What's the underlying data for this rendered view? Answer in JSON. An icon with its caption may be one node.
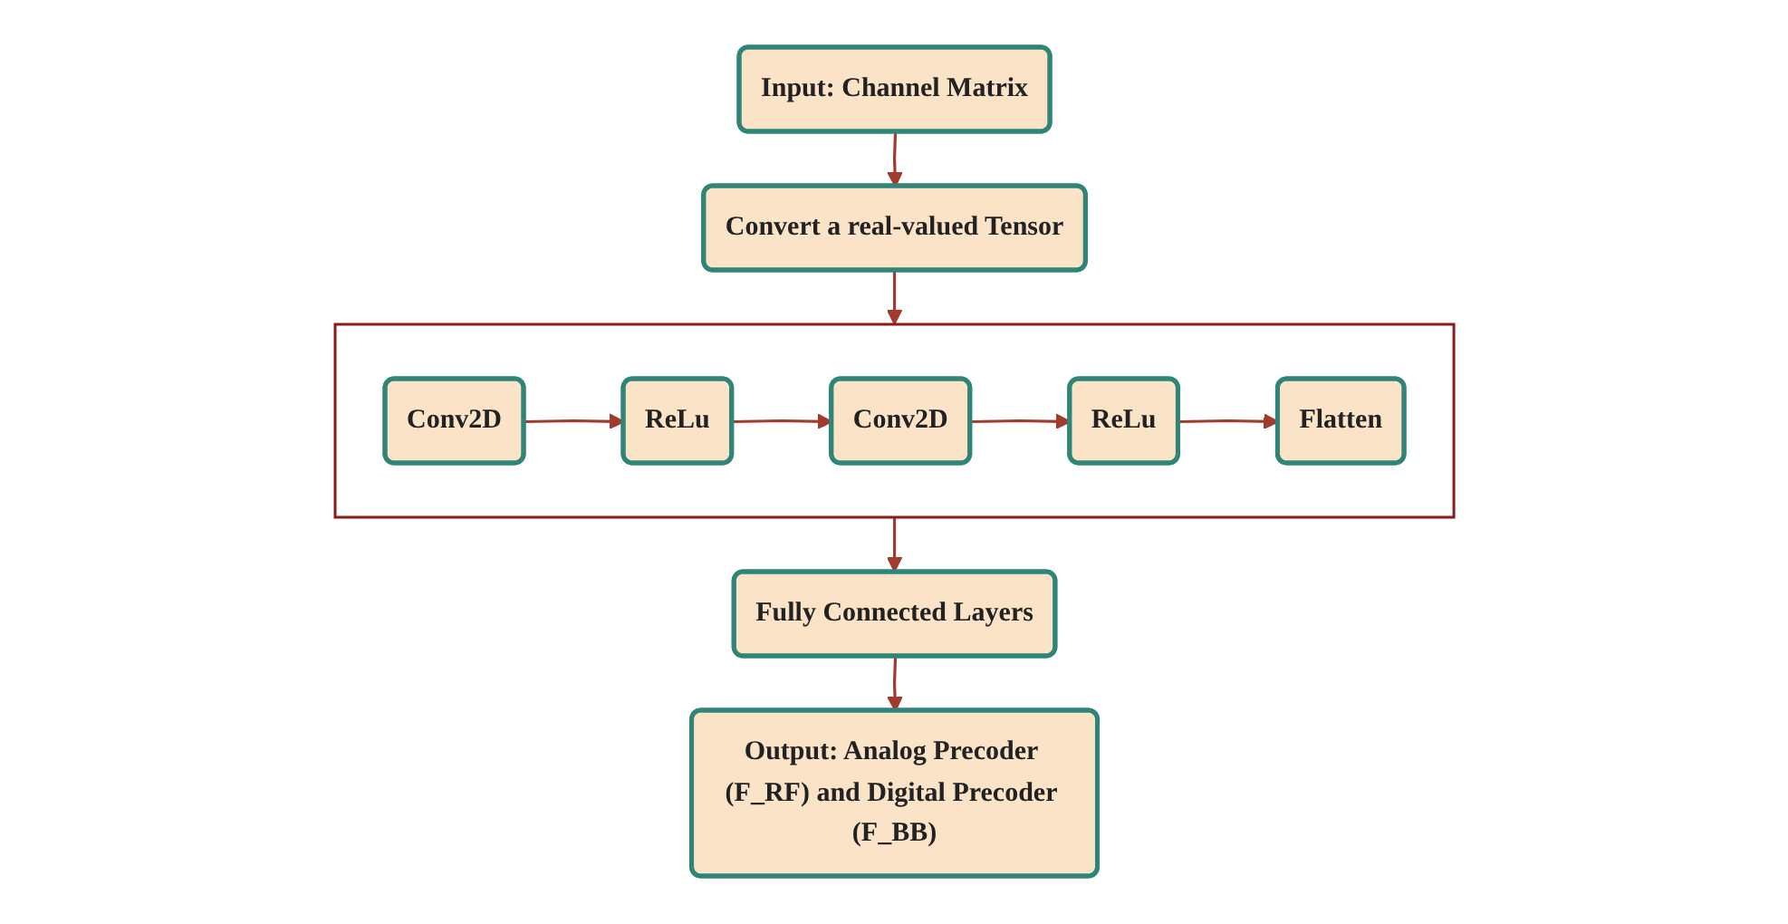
{
  "diagram": {
    "nodes": [
      {
        "text": [
          "Input: Channel Matrix"
        ]
      },
      {
        "text": [
          "Convert a real-valued Tensor"
        ]
      },
      {
        "text": [],
        "shape": "box"
      },
      {
        "text": [
          "Conv2D"
        ],
        "in": 2
      },
      {
        "text": [
          "ReLu"
        ],
        "in": 2
      },
      {
        "text": [
          "Conv2D"
        ],
        "in": 2
      },
      {
        "text": [
          "ReLu"
        ],
        "in": 2
      },
      {
        "text": [
          "Flatten"
        ],
        "in": 2
      },
      {
        "text": [
          "Fully Connected Layers"
        ]
      },
      {
        "text": [
          "Output: Analog Precoder (F_RF) and Digital Precoder (F_BB)"
        ]
      }
    ],
    "edges": [
      {
        "from": 0,
        "to": 1,
        "arrow": "to"
      },
      {
        "from": 1,
        "to": 2,
        "arrow": "to"
      },
      {
        "from": 3,
        "to": 4,
        "arrow": "to"
      },
      {
        "from": 4,
        "to": 5,
        "arrow": "to"
      },
      {
        "from": 5,
        "to": 6,
        "arrow": "to"
      },
      {
        "from": 6,
        "to": 7,
        "arrow": "to"
      },
      {
        "from": 2,
        "to": 8,
        "arrow": "to"
      },
      {
        "from": 8,
        "to": 9,
        "arrow": "to"
      }
    ]
  }
}
